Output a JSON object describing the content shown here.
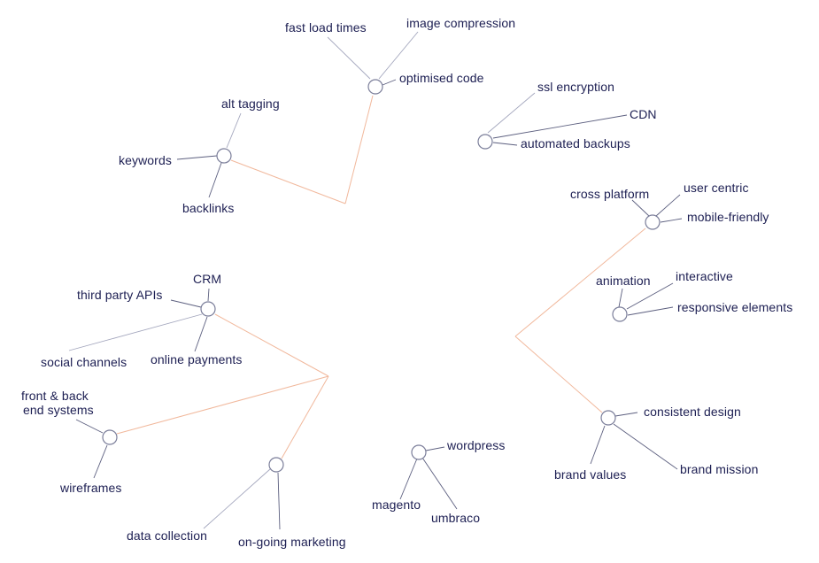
{
  "colors": {
    "text": "#1c1e52",
    "spoke": "#5c5f7f",
    "branch": "#f1b89c",
    "node_stroke": "#7a7d99",
    "background": "#ffffff"
  },
  "clusters": {
    "performance": {
      "labels": [
        "fast load times",
        "image compression",
        "optimised code"
      ]
    },
    "seo": {
      "labels": [
        "alt tagging",
        "keywords",
        "backlinks"
      ]
    },
    "security": {
      "labels": [
        "ssl encryption",
        "CDN",
        "automated backups"
      ]
    },
    "responsive": {
      "labels": [
        "cross platform",
        "user centric",
        "mobile-friendly"
      ]
    },
    "interactivity": {
      "labels": [
        "animation",
        "interactive",
        "responsive elements"
      ]
    },
    "branding": {
      "labels": [
        "consistent design",
        "brand values",
        "brand mission"
      ]
    },
    "integrations": {
      "labels": [
        "CRM",
        "third party APIs",
        "social channels",
        "online payments"
      ]
    },
    "architecture": {
      "labels": [
        "front & back",
        "end systems",
        "wireframes"
      ]
    },
    "marketing": {
      "labels": [
        "data collection",
        "on-going marketing"
      ]
    },
    "cms": {
      "labels": [
        "wordpress",
        "magento",
        "umbraco"
      ]
    }
  }
}
